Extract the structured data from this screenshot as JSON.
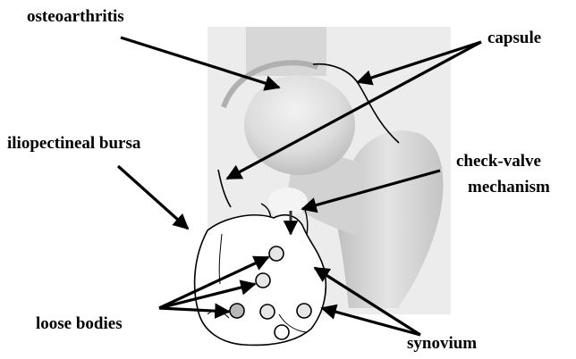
{
  "labels": {
    "osteoarthritis": "osteoarthritis",
    "capsule": "capsule",
    "iliopectineal_bursa": "iliopectineal bursa",
    "check_valve_line1": "check-valve",
    "check_valve_line2": "mechanism",
    "loose_bodies": "loose bodies",
    "synovium": "synovium"
  },
  "colors": {
    "text": "#000000",
    "arrow": "#000000",
    "bone_shading": "#d6d6d6",
    "background": "#ffffff"
  }
}
